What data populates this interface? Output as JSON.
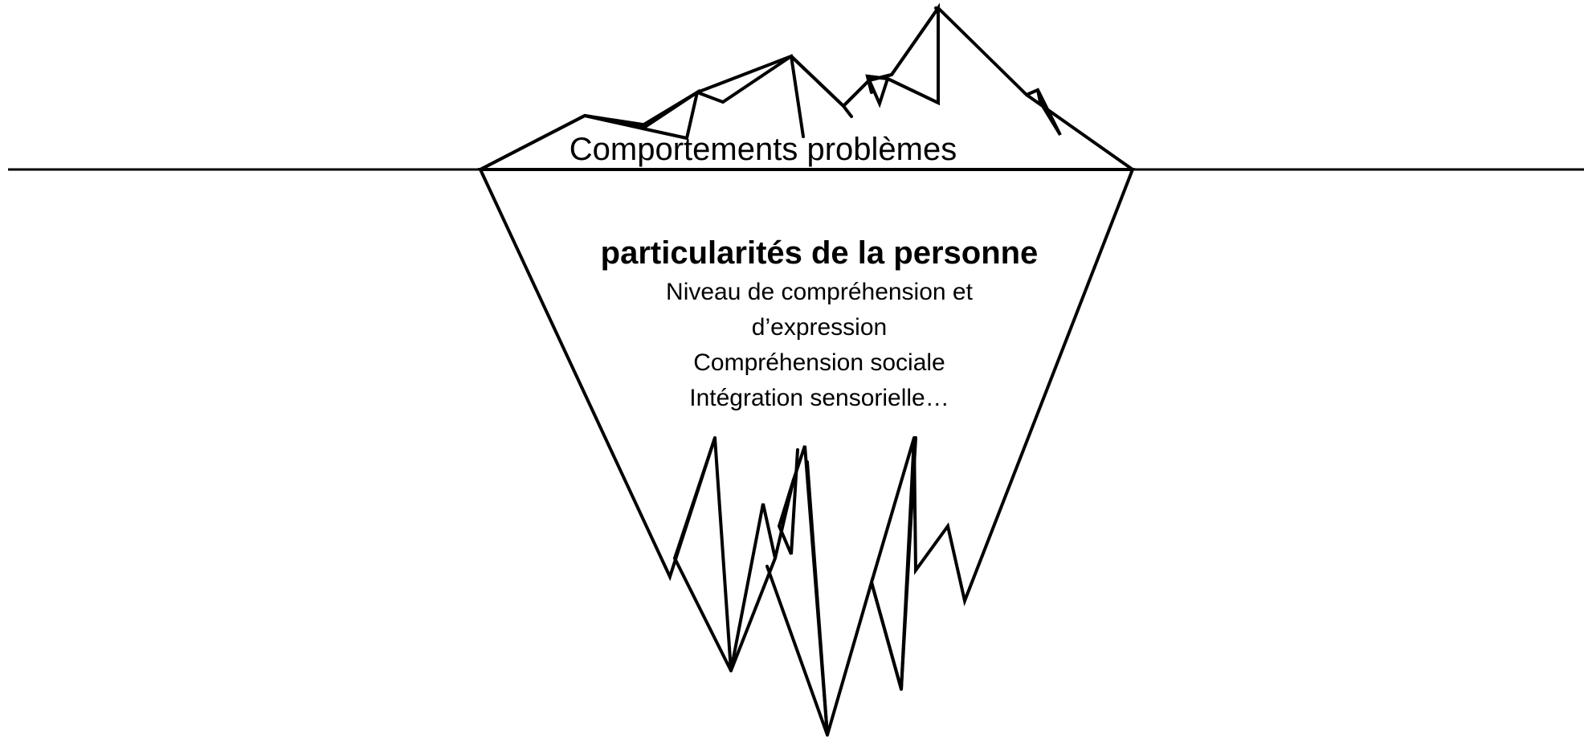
{
  "diagram": {
    "tip_label": "Comportements problèmes",
    "hidden_title": "particularités de la personne",
    "hidden_lines": [
      "Niveau de compréhension et",
      "d’expression",
      "Compréhension sociale",
      "Intégration sensorielle…"
    ]
  },
  "colors": {
    "background": "#ffffff",
    "stroke": "#000000"
  }
}
